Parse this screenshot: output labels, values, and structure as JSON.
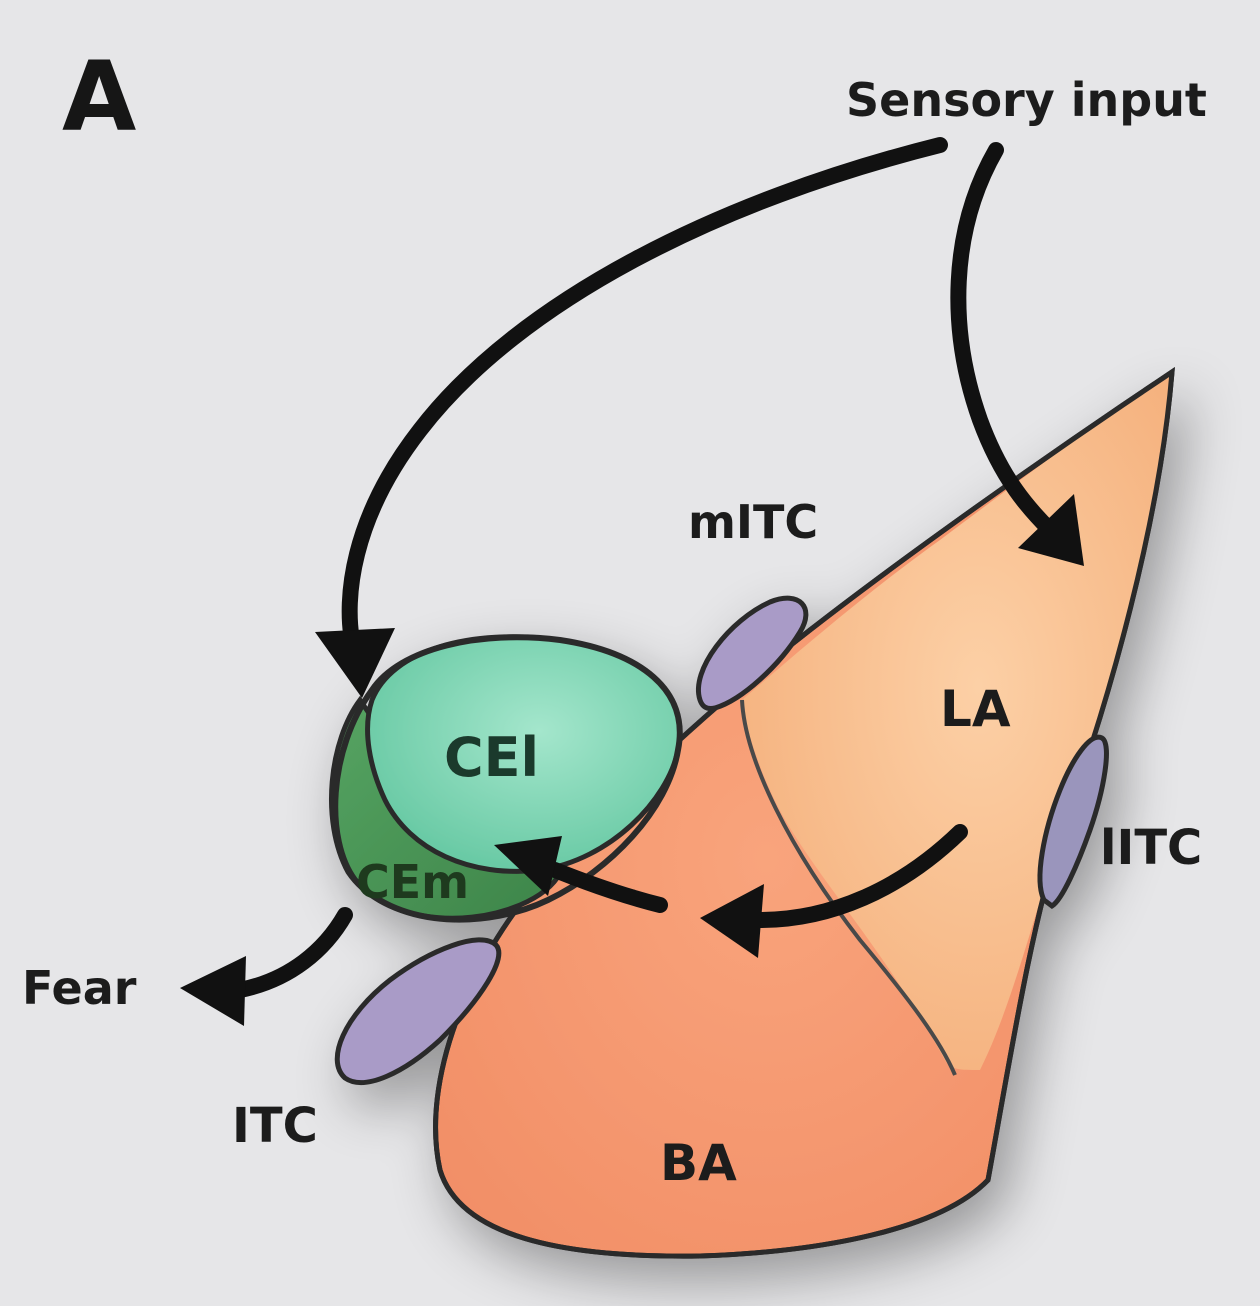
{
  "panel_letter": "A",
  "inputs": {
    "sensory": "Sensory input"
  },
  "outputs": {
    "fear": "Fear"
  },
  "regions": {
    "la": "LA",
    "ba": "BA",
    "cel": "CEl",
    "cem": "CEm",
    "mitc": "mITC",
    "litc": "lITC",
    "itc": "ITC"
  },
  "colors": {
    "background": "#e6e6e8",
    "la_fill": "#f9bd8c",
    "ba_fill": "#f79a71",
    "cel_fill": "#8ad8b9",
    "cem_fill": "#4f9a5c",
    "itc_fill": "#a99bc7",
    "outline": "#2b2b2b",
    "arrow": "#111111"
  }
}
